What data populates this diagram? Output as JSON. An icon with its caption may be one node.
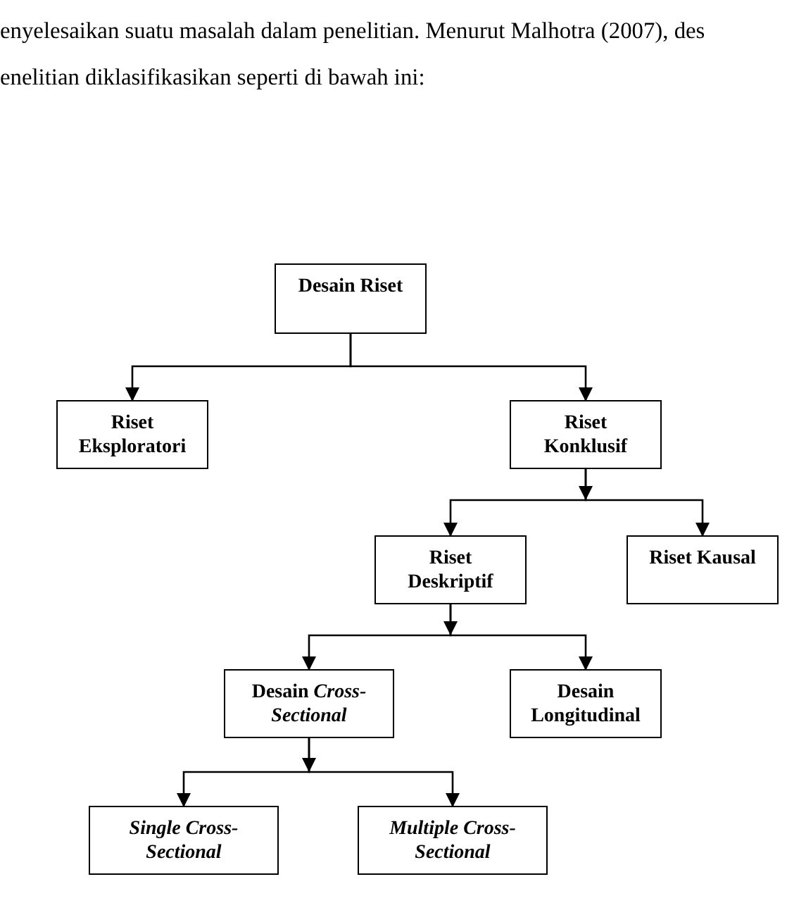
{
  "diagram": {
    "nodes": [
      {
        "text": [
          "Desain Riset"
        ]
      },
      {
        "text": [
          "Riset Eksploratori"
        ]
      },
      {
        "text": [
          "Riset Konklusif"
        ]
      },
      {
        "text": [
          "Riset Deskriptif"
        ]
      },
      {
        "text": [
          "Riset Kausal"
        ]
      },
      {
        "text": [
          "Desain *Cross-Sectional*"
        ]
      },
      {
        "text": [
          "Desain Longitudinal"
        ]
      },
      {
        "text": [
          "Single Cross-Sectional"
        ]
      },
      {
        "text": [
          "Multiple Cross-Sectional"
        ]
      }
    ],
    "edges": [
      {
        "from": 0,
        "to": 1,
        "arrow": "to"
      },
      {
        "from": 0,
        "to": 2,
        "arrow": "to"
      },
      {
        "from": 2,
        "to": 3,
        "arrow": "to"
      },
      {
        "from": 2,
        "to": 4,
        "arrow": "to"
      },
      {
        "from": 3,
        "to": 5,
        "arrow": "to"
      },
      {
        "from": 3,
        "to": 6,
        "arrow": "to"
      },
      {
        "from": 5,
        "to": 7,
        "arrow": "to"
      },
      {
        "from": 5,
        "to": 8,
        "arrow": "to"
      }
    ],
    "labels": [
      "enyelesaikan suatu masalah dalam penelitian. Menurut Malhotra (2007), des",
      "enelitian diklasifikasikan seperti di bawah ini:"
    ]
  }
}
